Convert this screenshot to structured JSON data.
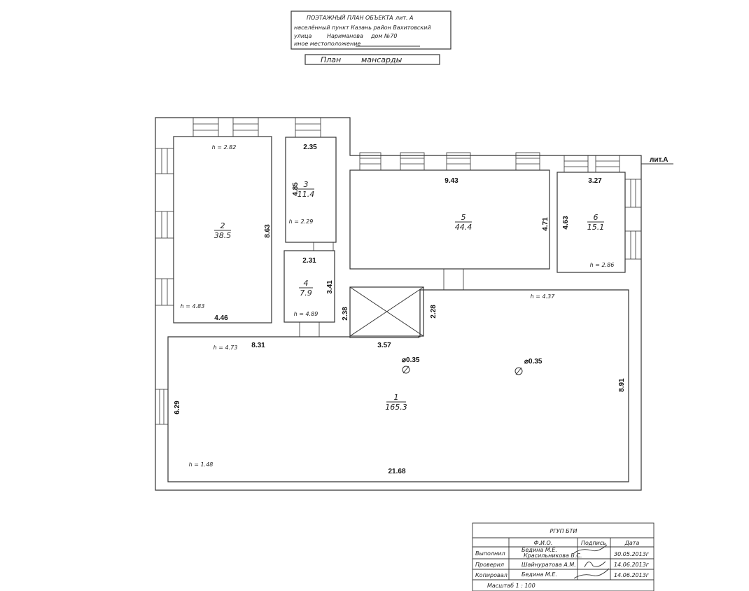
{
  "header": {
    "line1": "ПОЭТАЖНЫЙ ПЛАН ОБЪЕКТА",
    "lit": "лит. А",
    "line2": "населённый пункт  Казань  район  Вахитовский",
    "street_label": "улица",
    "street": "Нариманова",
    "house": "дом №70",
    "other": "иное местоположение",
    "plan_label": "План",
    "plan_name": "мансарды"
  },
  "lit_marker": "лит.А",
  "rooms": [
    {
      "num": "1",
      "area": "165.3"
    },
    {
      "num": "2",
      "area": "38.5"
    },
    {
      "num": "3",
      "area": "11.4"
    },
    {
      "num": "4",
      "area": "7.9"
    },
    {
      "num": "5",
      "area": "44.4"
    },
    {
      "num": "6",
      "area": "15.1"
    }
  ],
  "dimensions": {
    "r2_top_h": "h = 2.82",
    "r2_height": "8.63",
    "r2_bottom_h": "h = 4.83",
    "r2_width": "4.46",
    "r3_width": "2.35",
    "r3_height": "4.85",
    "r3_h": "h = 2.29",
    "r4_width": "2.31",
    "r4_height": "3.41",
    "r4_h": "h = 4.89",
    "r5_width": "9.43",
    "r5_height": "4.71",
    "r6_width": "3.27",
    "r6_height": "4.63",
    "r6_h": "h = 2.86",
    "stair_left": "2.38",
    "stair_right": "2.28",
    "stair_bottom": "3.57",
    "r1_h_left": "h = 4.73",
    "r1_w_left": "8.31",
    "r1_h_right": "h = 4.37",
    "r1_height_right": "8.91",
    "r1_height_left": "6.29",
    "r1_h_bottom": "h = 1.48",
    "r1_width": "21.68",
    "column1": "⌀0.35",
    "column2": "⌀0.35"
  },
  "title_block": {
    "org": "РГУП БТИ",
    "col_fio": "Ф.И.О.",
    "col_sign": "Подпись",
    "col_date": "Дата",
    "rows": [
      {
        "role": "Выполнил",
        "name": "Бедина М.Е.",
        "name2": "Красильникова В.С.",
        "date": "30.05.2013г"
      },
      {
        "role": "Проверил",
        "name": "Шайнуратова А.М.",
        "date": "14.06.2013г"
      },
      {
        "role": "Копировал",
        "name": "Бедина М.Е.",
        "date": "14.06.2013г"
      }
    ],
    "scale": "Масштаб  1 : 100"
  }
}
